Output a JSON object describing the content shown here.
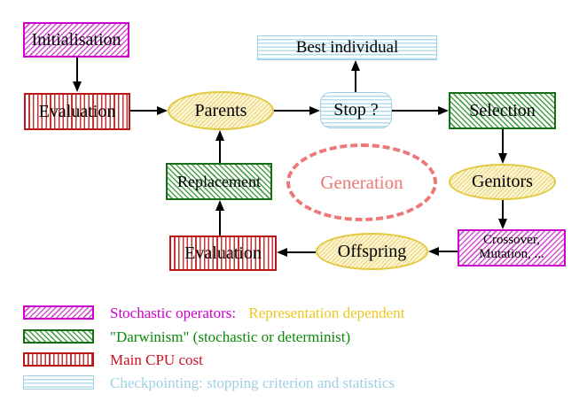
{
  "nodes": {
    "initialisation": {
      "label": "Initialisation"
    },
    "evaluation_top": {
      "label": "Evaluation"
    },
    "parents": {
      "label": "Parents"
    },
    "best_individual": {
      "label": "Best individual"
    },
    "stop": {
      "label": "Stop ?"
    },
    "selection": {
      "label": "Selection"
    },
    "replacement": {
      "label": "Replacement"
    },
    "generation": {
      "label": "Generation"
    },
    "genitors": {
      "label": "Genitors"
    },
    "crossover": {
      "line1": "Crossover,",
      "line2": "Mutation, ..."
    },
    "evaluation_bottom": {
      "label": "Evaluation"
    },
    "offspring": {
      "label": "Offspring"
    }
  },
  "legend": {
    "stochastic": {
      "label": "Stochastic operators:",
      "label2": "Representation dependent"
    },
    "darwinism": {
      "label": "\"Darwinism\" (stochastic or determinist)"
    },
    "cpu": {
      "label": "Main CPU cost"
    },
    "checkpointing": {
      "label": "Checkpointing: stopping criterion and statistics"
    }
  },
  "colors": {
    "magenta_border": "#cc00cc",
    "magenta_hatch": "#d44fd4",
    "green_border": "#156e15",
    "green_hatch": "#4aa04a",
    "red_border": "#bb1515",
    "red_stripe": "#c63333",
    "cyan_border": "#9fd0e0",
    "cyan_stripe": "#b3dcec",
    "yellow_border": "#e2c93e",
    "yellow_hatch": "#ecd87e",
    "yellow_fill": "#fdf6d8",
    "salmon": "#ee7878",
    "legend_gold_text": "#eec822",
    "legend_green_text": "#0a8a0a",
    "legend_red_text": "#cc1122",
    "legend_cyan_text": "#9fd0e4"
  }
}
